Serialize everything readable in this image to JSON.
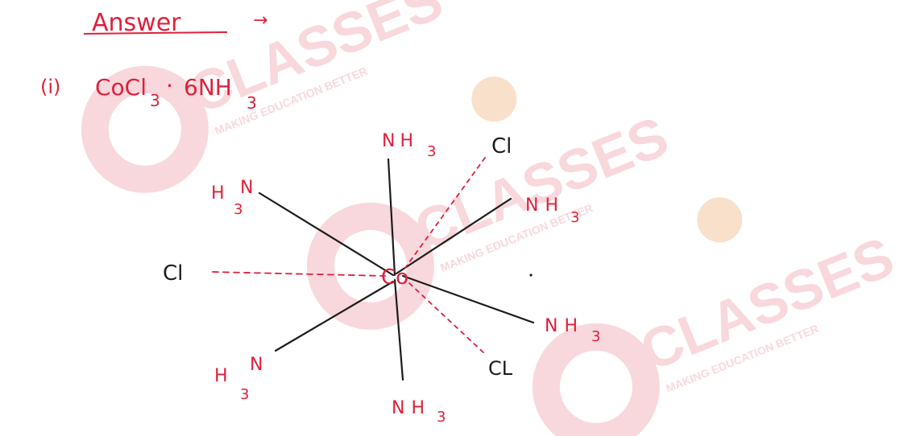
{
  "header": {
    "title": "Answer",
    "arrow": "→"
  },
  "question": {
    "number": "(i)",
    "compound_main": "CoCl",
    "compound_sub1": "3",
    "dot": "·",
    "compound_tail": "6NH",
    "compound_sub2": "3"
  },
  "molecule": {
    "center": "Co",
    "ligands": {
      "nh3_top": {
        "base": "NH",
        "sub": "3"
      },
      "cl_top_right": {
        "base": "Cl",
        "sub": ""
      },
      "h3n_upper_left": {
        "pre": "H",
        "sub": "3",
        "base": "N"
      },
      "nh3_upper_right": {
        "base": "NH",
        "sub": "3"
      },
      "cl_left": {
        "base": "Cl",
        "sub": ""
      },
      "nh3_lower_right": {
        "base": "NH",
        "sub": "3"
      },
      "h3n_lower_left": {
        "pre": "H",
        "sub": "3",
        "base": "N"
      },
      "cl_bottom_right": {
        "base": "CL",
        "sub": ""
      },
      "nh3_bottom": {
        "base": "NH",
        "sub": "3"
      }
    }
  },
  "watermark": {
    "brand": "CLASSES",
    "tagline": "MAKING EDUCATION BETTER"
  },
  "colors": {
    "ink_red": "#e0203c",
    "ink_dark": "#1c1c1c",
    "watermark_red": "#f3b9bf",
    "watermark_head": "#f2c6a0"
  }
}
